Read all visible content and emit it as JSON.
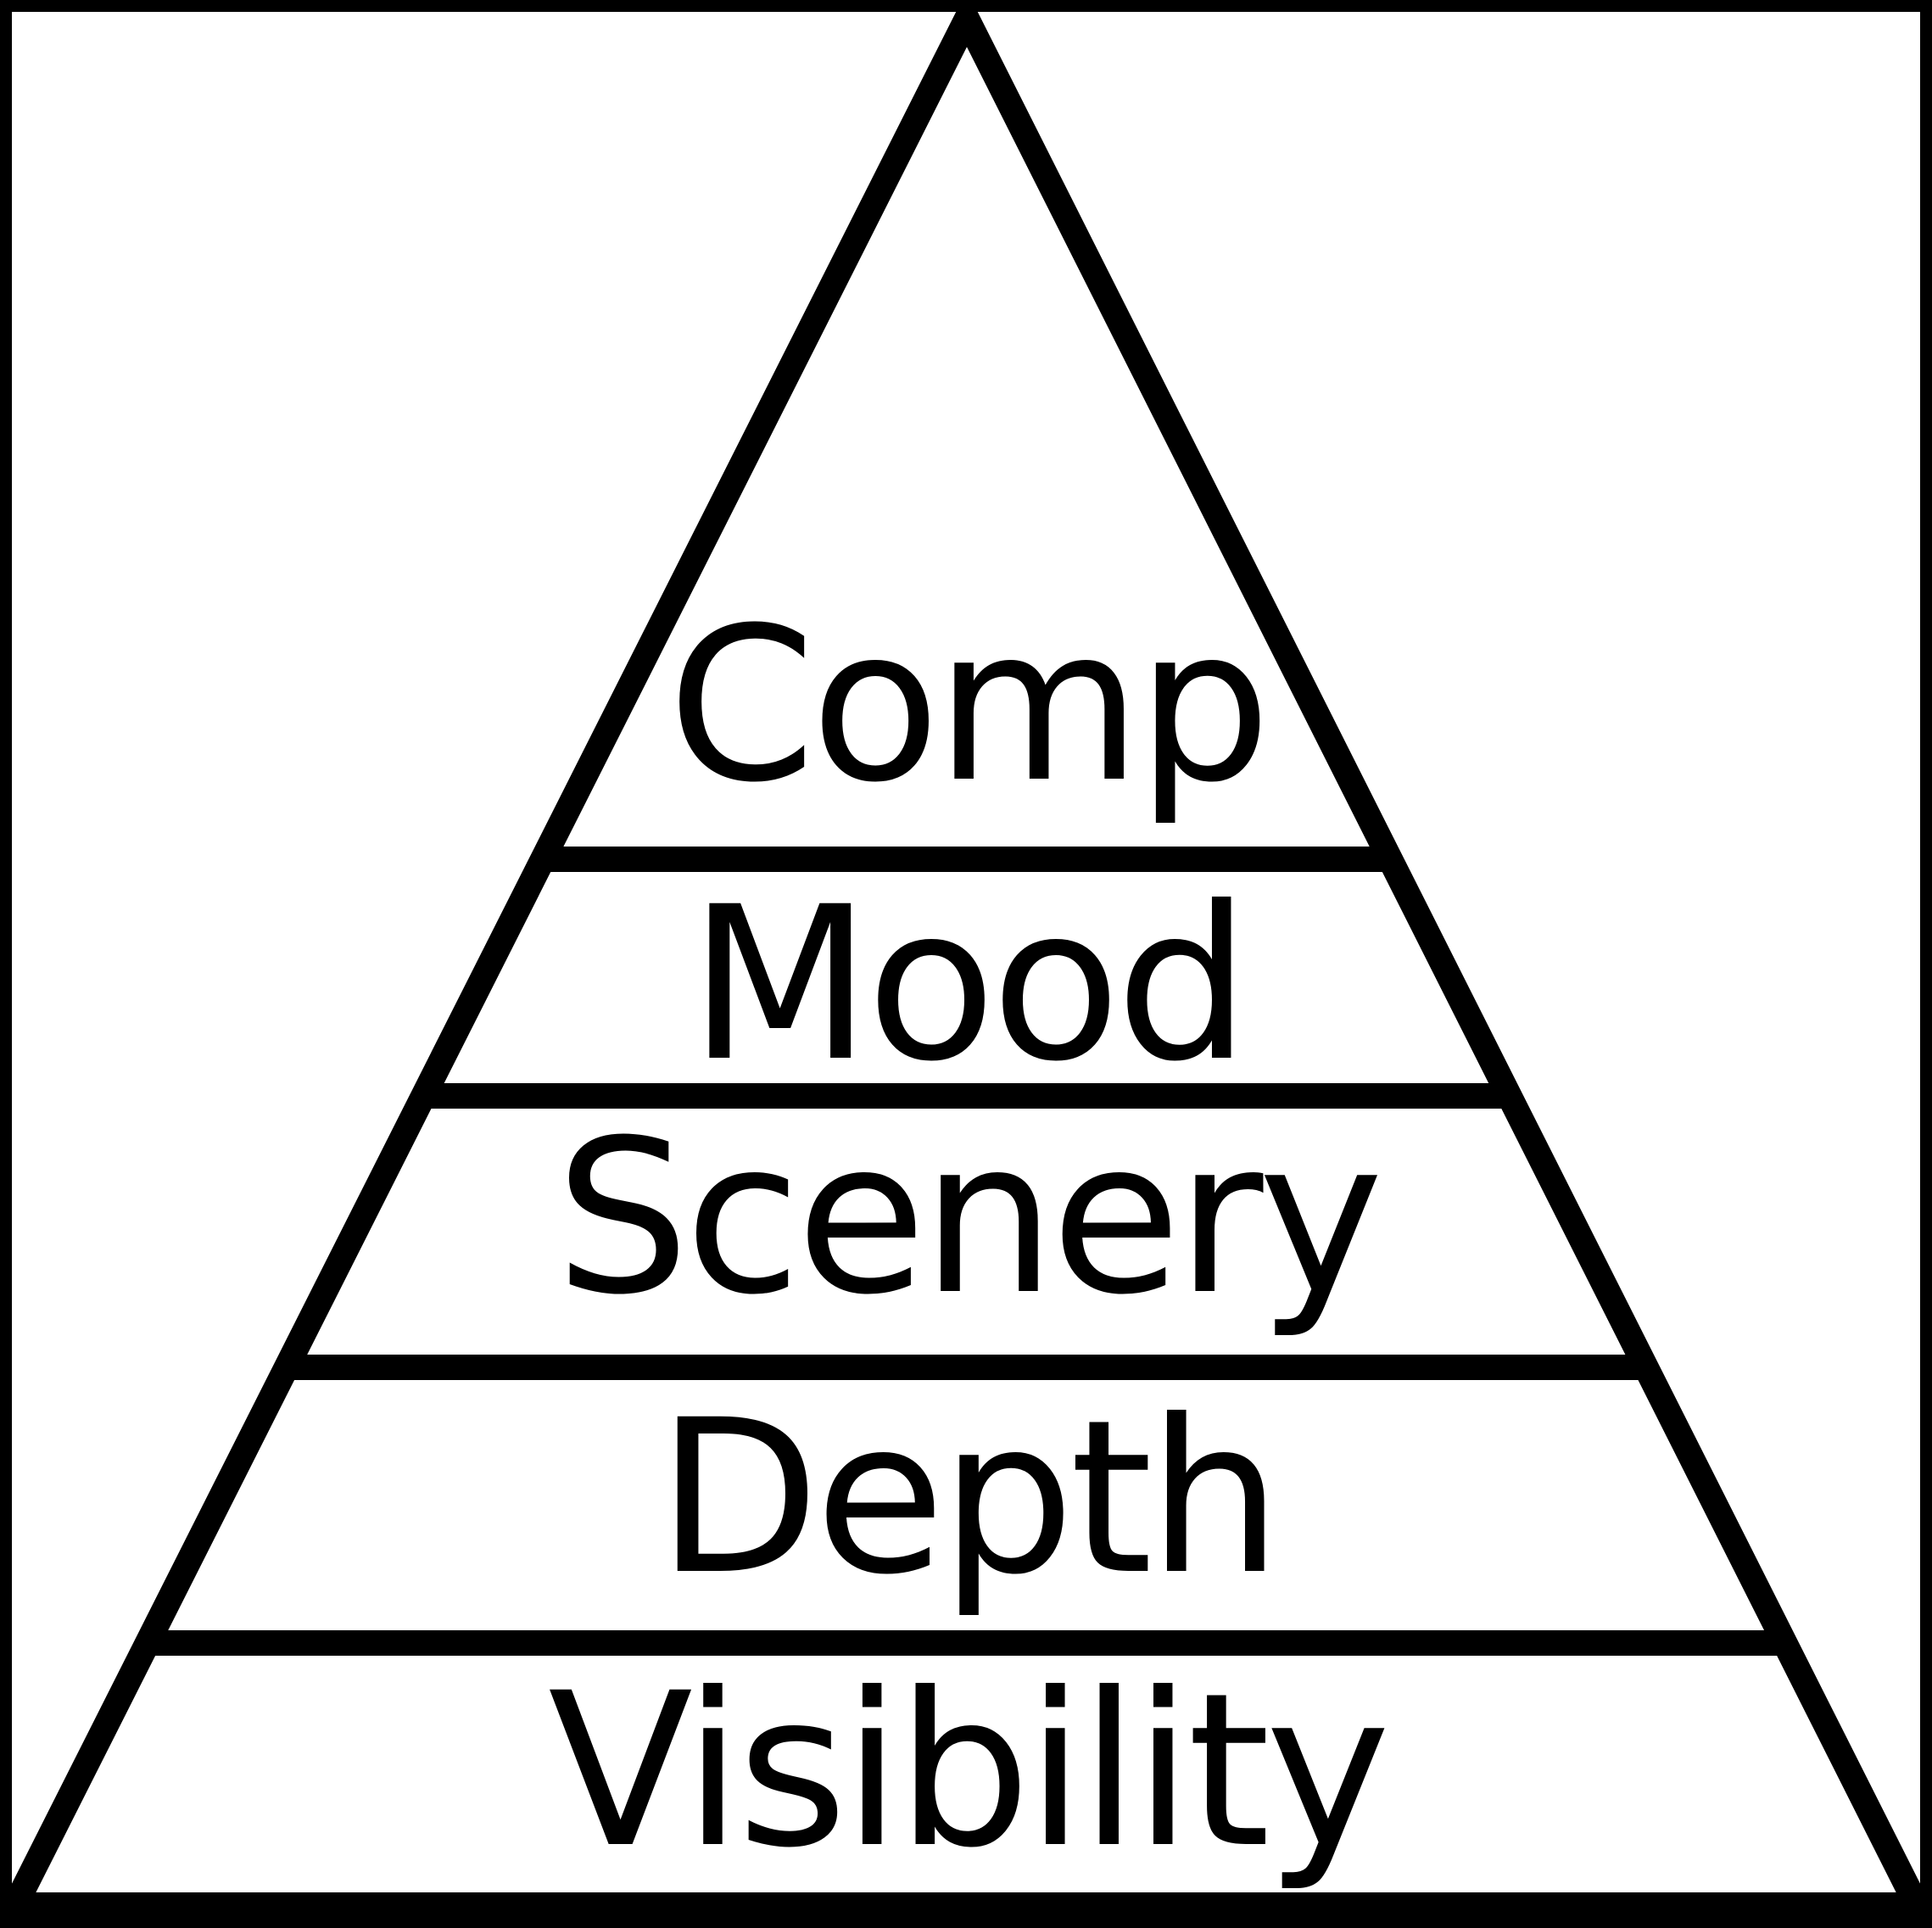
{
  "diagram": {
    "type": "pyramid",
    "line_color": "#000000",
    "background_color": "#ffffff",
    "tiers": [
      {
        "label": "Comp"
      },
      {
        "label": "Mood"
      },
      {
        "label": "Scenery"
      },
      {
        "label": "Depth"
      },
      {
        "label": "Visibility"
      }
    ]
  }
}
